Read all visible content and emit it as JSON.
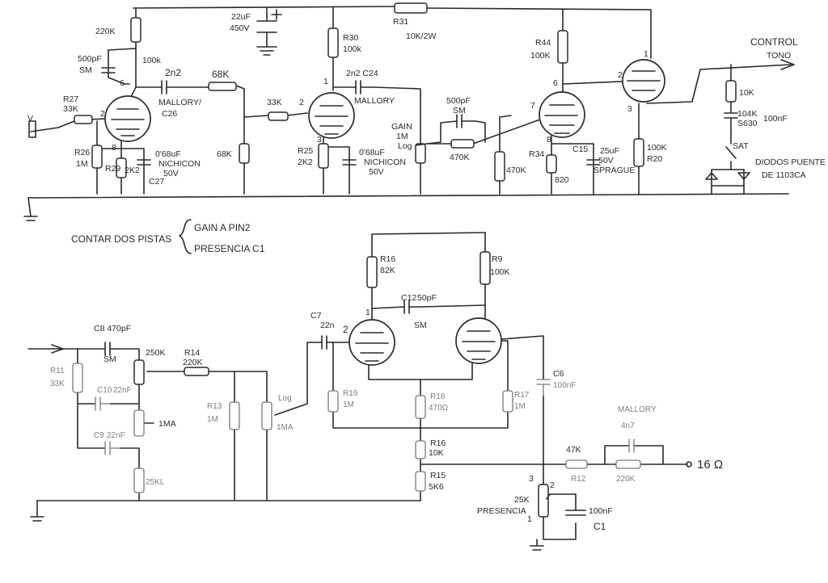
{
  "labels": {
    "r220k": "220K",
    "c500pf_a": "500pF",
    "sm_a": "SM",
    "r100k_a": "100k",
    "pin6_a": "6",
    "c2n2_a": "2n2",
    "mallory_a": "MALLORY/",
    "c26": "C26",
    "r68k_a": "68K",
    "r27": "R27",
    "r33k_a": "33K",
    "pin2_a": "2",
    "pin8_a": "8",
    "r26": "R26",
    "r1m_a": "1M",
    "r29": "R29",
    "r2k2_a": "2K2",
    "c068_a": "0'68uF",
    "nichicon_a": "NICHICON",
    "v50_a": "50V",
    "c27": "C27",
    "r68k_b": "68K",
    "c22uf": "22uF",
    "v450": "450V",
    "r30": "R30",
    "r100k_b": "100k",
    "r31": "R31",
    "r10k12w": "10K/2W",
    "pin1_a": "1",
    "c2n2_b": "2n2 C24",
    "mallory_b": "MALLORY",
    "r33k_b": "33K",
    "pin2_b": "2",
    "pin3_a": "3",
    "r25": "R25",
    "r2k2_b": "2K2",
    "c068_b": "0'68uF",
    "nichicon_b": "NICHICON",
    "v50_b": "50V",
    "gain": "GAIN",
    "gain_1m": "1M",
    "gain_log": "Log",
    "c500pf_b": "500pF",
    "sm_b": "SM",
    "r470k_a": "470K",
    "r470k_b": "470K",
    "r44": "R44",
    "r100k_c": "100K",
    "pin6_b": "6",
    "pin7": "7",
    "pin8_b": "8",
    "r34": "R34",
    "r820": "820",
    "c15": "C15",
    "c25uf": "25uF",
    "v50_c": "50V",
    "sprague": "SPRAGUE",
    "pin2_c": "2",
    "pin1_b": "1",
    "pin3_b": "3",
    "r100k_d": "100K",
    "r20": "R20",
    "control": "CONTROL",
    "tono": "TONO",
    "r10k": "10K",
    "c104k": "104K",
    "s630": "S630",
    "c100nf_a": "100nF",
    "sat": "SAT",
    "diodos": "DIODOS PUENTE",
    "de1103ca": "DE 1103CA",
    "contar": "CONTAR DOS PISTAS",
    "gain_a_pin2": "GAIN  A PIN2",
    "presencia_c1": "PRESENCIA  C1",
    "c8": "C8 470pF",
    "sm_c": "SM",
    "r250k": "250K",
    "r14": "R14",
    "r220k_b": "220K",
    "r11": "R11",
    "r33k_c": "33K",
    "c10": "C10",
    "c22nf_a": "22nF",
    "c9": "C9",
    "c22nf_b": "22nF",
    "r1ma_a": "1MA",
    "r25kl": "25KL",
    "r13": "R13",
    "r1m_b": "1M",
    "log_b": "Log",
    "r1ma_b": "1MA",
    "c7": "C7",
    "c22n": "22n",
    "pin2_d": "2",
    "pin1_c": "1",
    "r16": "R16",
    "r82k": "82K",
    "r9": "R9",
    "r100k_e": "100K",
    "c12": "C12",
    "c50pf": "50pF",
    "sm_d": "SM",
    "r19": "R19",
    "r1m_c": "1M",
    "r18": "R18",
    "r470": "470Ω",
    "r17": "R17",
    "r1m_d": "1M",
    "c6": "C6",
    "c100nf_b": "100nF",
    "r16b": "R16",
    "r10kb": "10K",
    "r15": "R15",
    "r5k6": "5K6",
    "r47k": "47K",
    "r12": "R12",
    "mallory_c": "MALLORY",
    "c4n7": "4n7",
    "r220k_c": "220K",
    "out16": "16 Ω",
    "pin3_c": "3",
    "pin2_e": "2",
    "r25k": "25K",
    "presencia": "PRESENCIA",
    "pin1_d": "1",
    "c100nf_c": "100nF",
    "c1": "C1",
    "input_v": "V"
  }
}
